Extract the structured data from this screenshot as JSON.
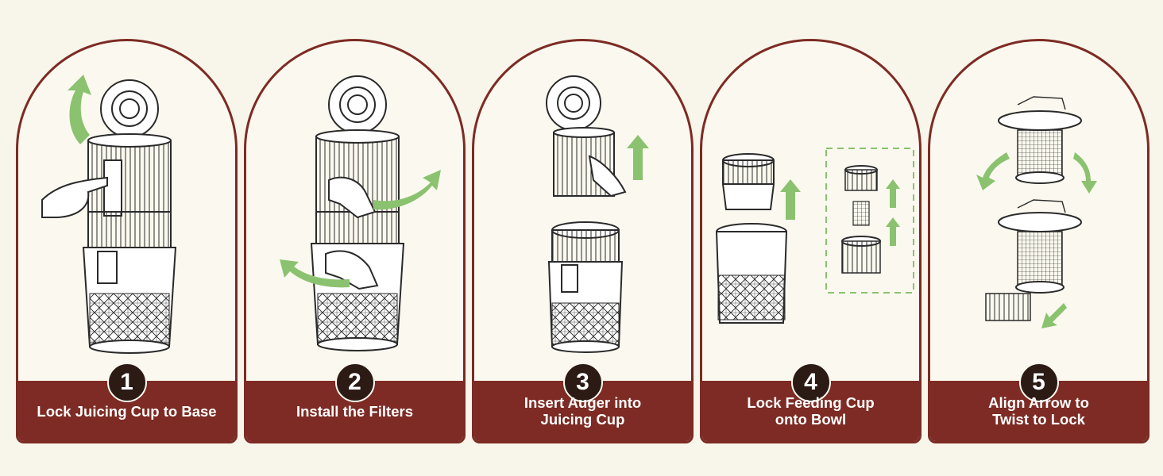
{
  "colors": {
    "background": "#f8f6ea",
    "panel_border": "#7d2b24",
    "caption_band": "#7d2b24",
    "badge": "#2c1a14",
    "arrow": "#8bc26f"
  },
  "steps": [
    {
      "number": "1",
      "label": "Lock Juicing Cup to Base",
      "icon": "juicer-lock-cup-illustration"
    },
    {
      "number": "2",
      "label": "Install the Filters",
      "icon": "juicer-install-filters-illustration"
    },
    {
      "number": "3",
      "label": "Insert Auger into\nJuicing Cup",
      "icon": "juicer-insert-auger-illustration"
    },
    {
      "number": "4",
      "label": "Lock Feeding Cup\nonto Bowl",
      "icon": "juicer-feeding-cup-illustration"
    },
    {
      "number": "5",
      "label": "Align Arrow to\nTwist to Lock",
      "icon": "juicer-twist-lock-illustration"
    }
  ]
}
